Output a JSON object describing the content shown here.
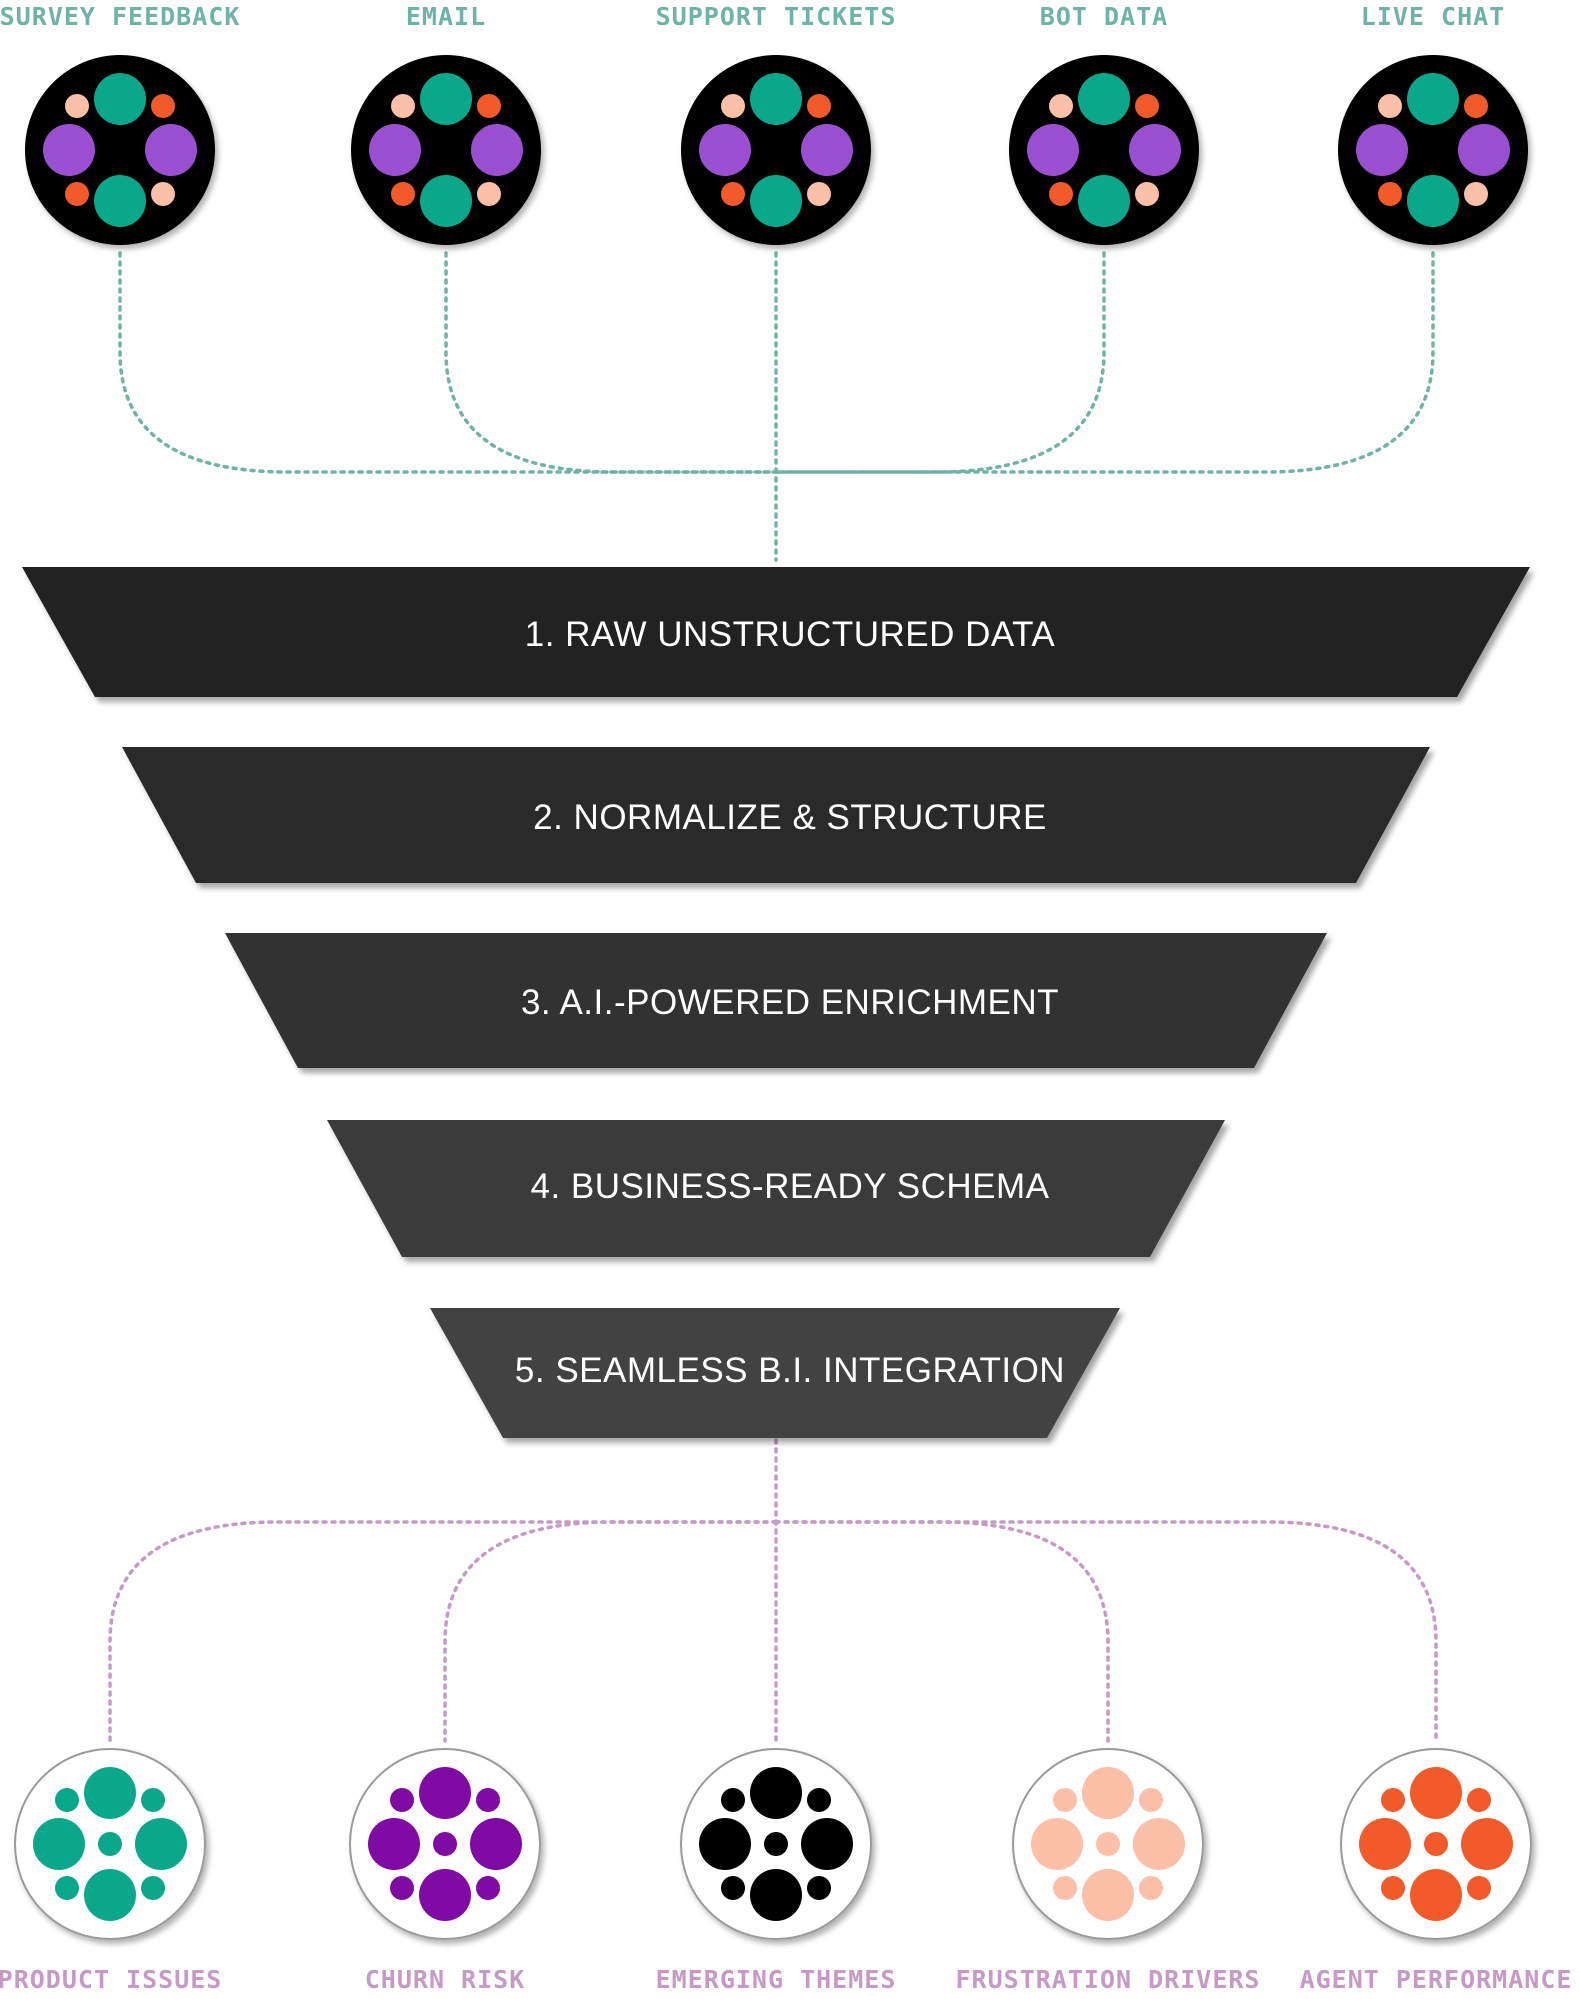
{
  "sources": [
    {
      "label": "SURVEY FEEDBACK",
      "icon": "mixed-dots-icon"
    },
    {
      "label": "EMAIL",
      "icon": "mixed-dots-icon"
    },
    {
      "label": "SUPPORT TICKETS",
      "icon": "mixed-dots-icon"
    },
    {
      "label": "BOT DATA",
      "icon": "mixed-dots-icon"
    },
    {
      "label": "LIVE CHAT",
      "icon": "mixed-dots-icon"
    }
  ],
  "funnel": [
    {
      "label": "1. RAW UNSTRUCTURED DATA",
      "color": "#232323"
    },
    {
      "label": "2. NORMALIZE & STRUCTURE",
      "color": "#2b2b2b"
    },
    {
      "label": "3. A.I.-POWERED ENRICHMENT",
      "color": "#333333"
    },
    {
      "label": "4. BUSINESS-READY SCHEMA",
      "color": "#3b3b3b"
    },
    {
      "label": "5. SEAMLESS B.I. INTEGRATION",
      "color": "#434343"
    }
  ],
  "outputs": [
    {
      "label": "PRODUCT ISSUES",
      "color": "#0aa88a",
      "icon": "teal-dots-icon"
    },
    {
      "label": "CHURN RISK",
      "color": "#7f0aa4",
      "icon": "purple-dots-icon"
    },
    {
      "label": "EMERGING THEMES",
      "color": "#000000",
      "icon": "black-dots-icon"
    },
    {
      "label": "FRUSTRATION DRIVERS",
      "color": "#fcbfa8",
      "icon": "peach-dots-icon"
    },
    {
      "label": "AGENT PERFORMANCE",
      "color": "#f25a2a",
      "icon": "orange-dots-icon"
    }
  ],
  "colors": {
    "source_connector": "#6fb3a6",
    "output_connector": "#c59ac6",
    "source_label": "#6fb3a6",
    "output_label": "#c59ac6",
    "dot_teal": "#0aa88a",
    "dot_purple": "#9a4fd0",
    "dot_orange": "#f25a2a",
    "dot_peach": "#fcbfa8"
  }
}
